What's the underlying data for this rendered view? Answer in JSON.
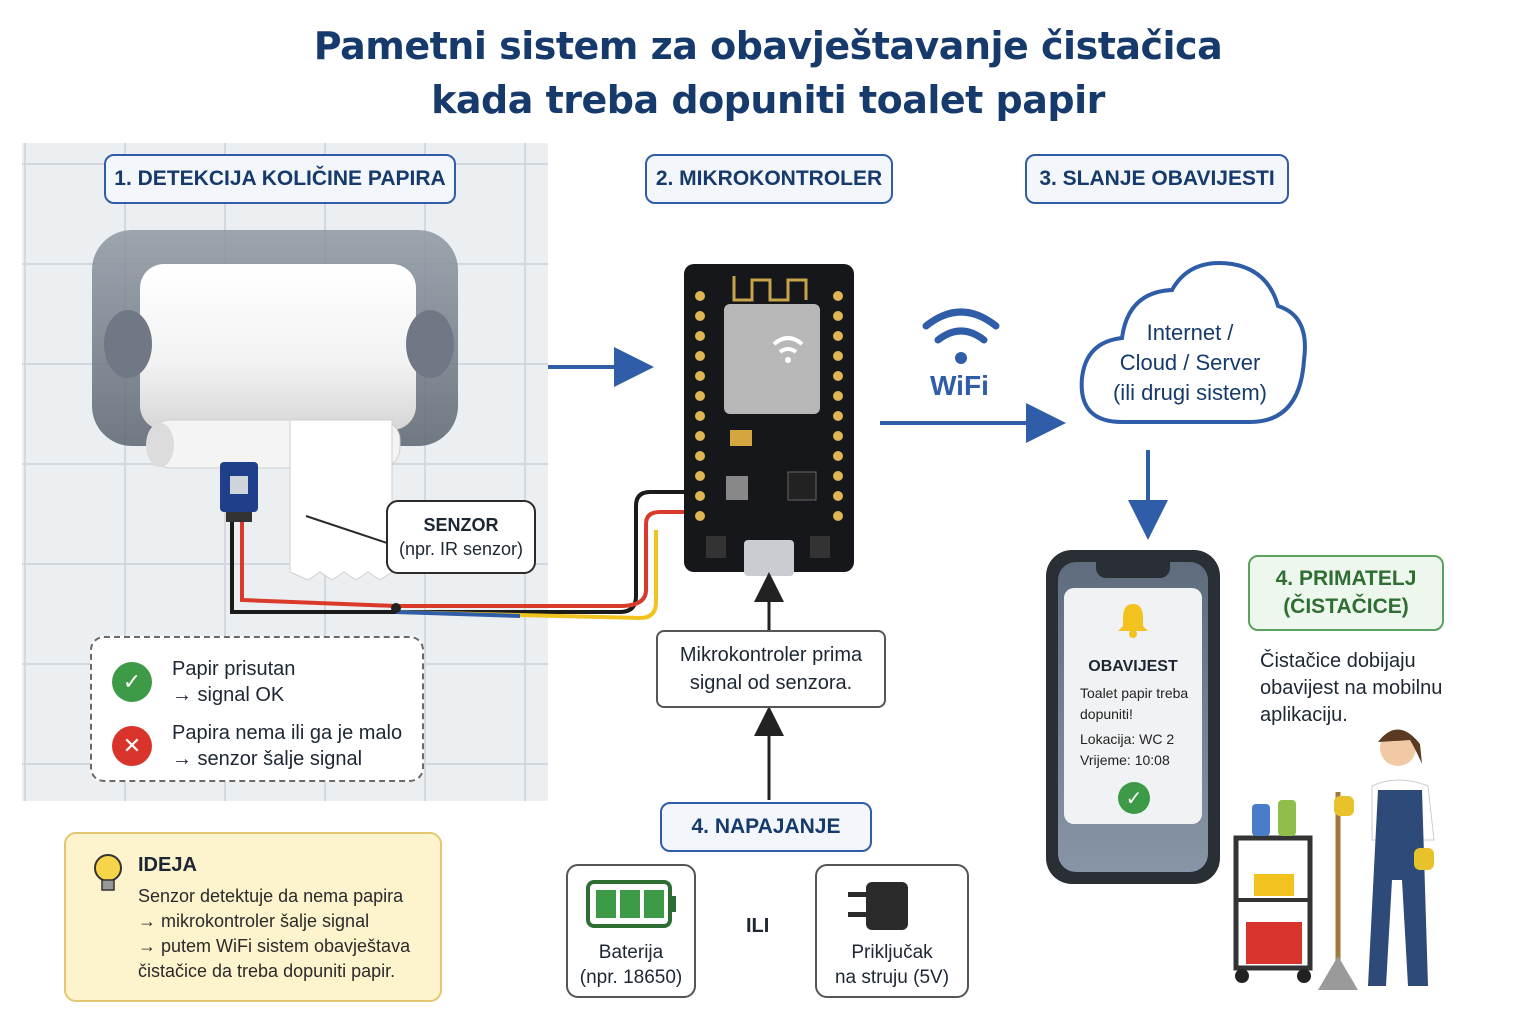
{
  "title": {
    "line1": "Pametni sistem za obavještavanje čistačica",
    "line2": "kada treba dopuniti toalet papir"
  },
  "steps": {
    "detection": "1. DETEKCIJA KOLIČINE PAPIRA",
    "microcontroller": "2. MIKROKONTROLER",
    "notification": "3. SLANJE OBAVIJESTI",
    "receiver_line1": "4. PRIMATELJ",
    "receiver_line2": "(ČISTAČICE)",
    "power": "4. NAPAJANJE"
  },
  "sensor": {
    "label": "SENZOR",
    "sublabel": "(npr. IR senzor)"
  },
  "status": {
    "ok_line1": "Papir prisutan",
    "ok_line2": "→ signal OK",
    "empty_line1": "Papira nema ili ga je malo",
    "empty_line2": "→ senzor šalje signal"
  },
  "idea": {
    "title": "IDEJA",
    "lines": [
      "Senzor detektuje da nema papira",
      "→ mikrokontroler šalje signal",
      "→ putem WiFi sistem obavještava",
      "čistačice da treba dopuniti papir."
    ]
  },
  "wifi_label": "WiFi",
  "cloud": {
    "line1": "Internet /",
    "line2": "Cloud / Server",
    "line3": "(ili drugi sistem)"
  },
  "mcu_note": {
    "line1": "Mikrokontroler prima",
    "line2": "signal od senzora."
  },
  "power": {
    "battery_line1": "Baterija",
    "battery_line2": "(npr. 18650)",
    "or": "ILI",
    "plug_line1": "Priključak",
    "plug_line2": "na struju (5V)"
  },
  "phone": {
    "notif_title": "OBAVIJEST",
    "notif_line1": "Toalet papir treba",
    "notif_line2": "dopuniti!",
    "location": "Lokacija: WC 2",
    "time": "Vrijeme: 10:08"
  },
  "receiver": {
    "line1": "Čistačice dobijaju",
    "line2": "obavijest na mobilnu",
    "line3": "aplikaciju."
  },
  "colors": {
    "accent_blue": "#2f5da8",
    "title_navy": "#163a6b",
    "ok_green": "#3d9a46",
    "error_red": "#d9342b",
    "idea_yellow": "#fdf3cc",
    "receiver_green": "#5aa25d"
  },
  "icons": {
    "ok": "check-icon",
    "error": "cross-icon",
    "idea": "lightbulb-icon",
    "notification": "bell-icon",
    "wifi": "wifi-icon"
  }
}
